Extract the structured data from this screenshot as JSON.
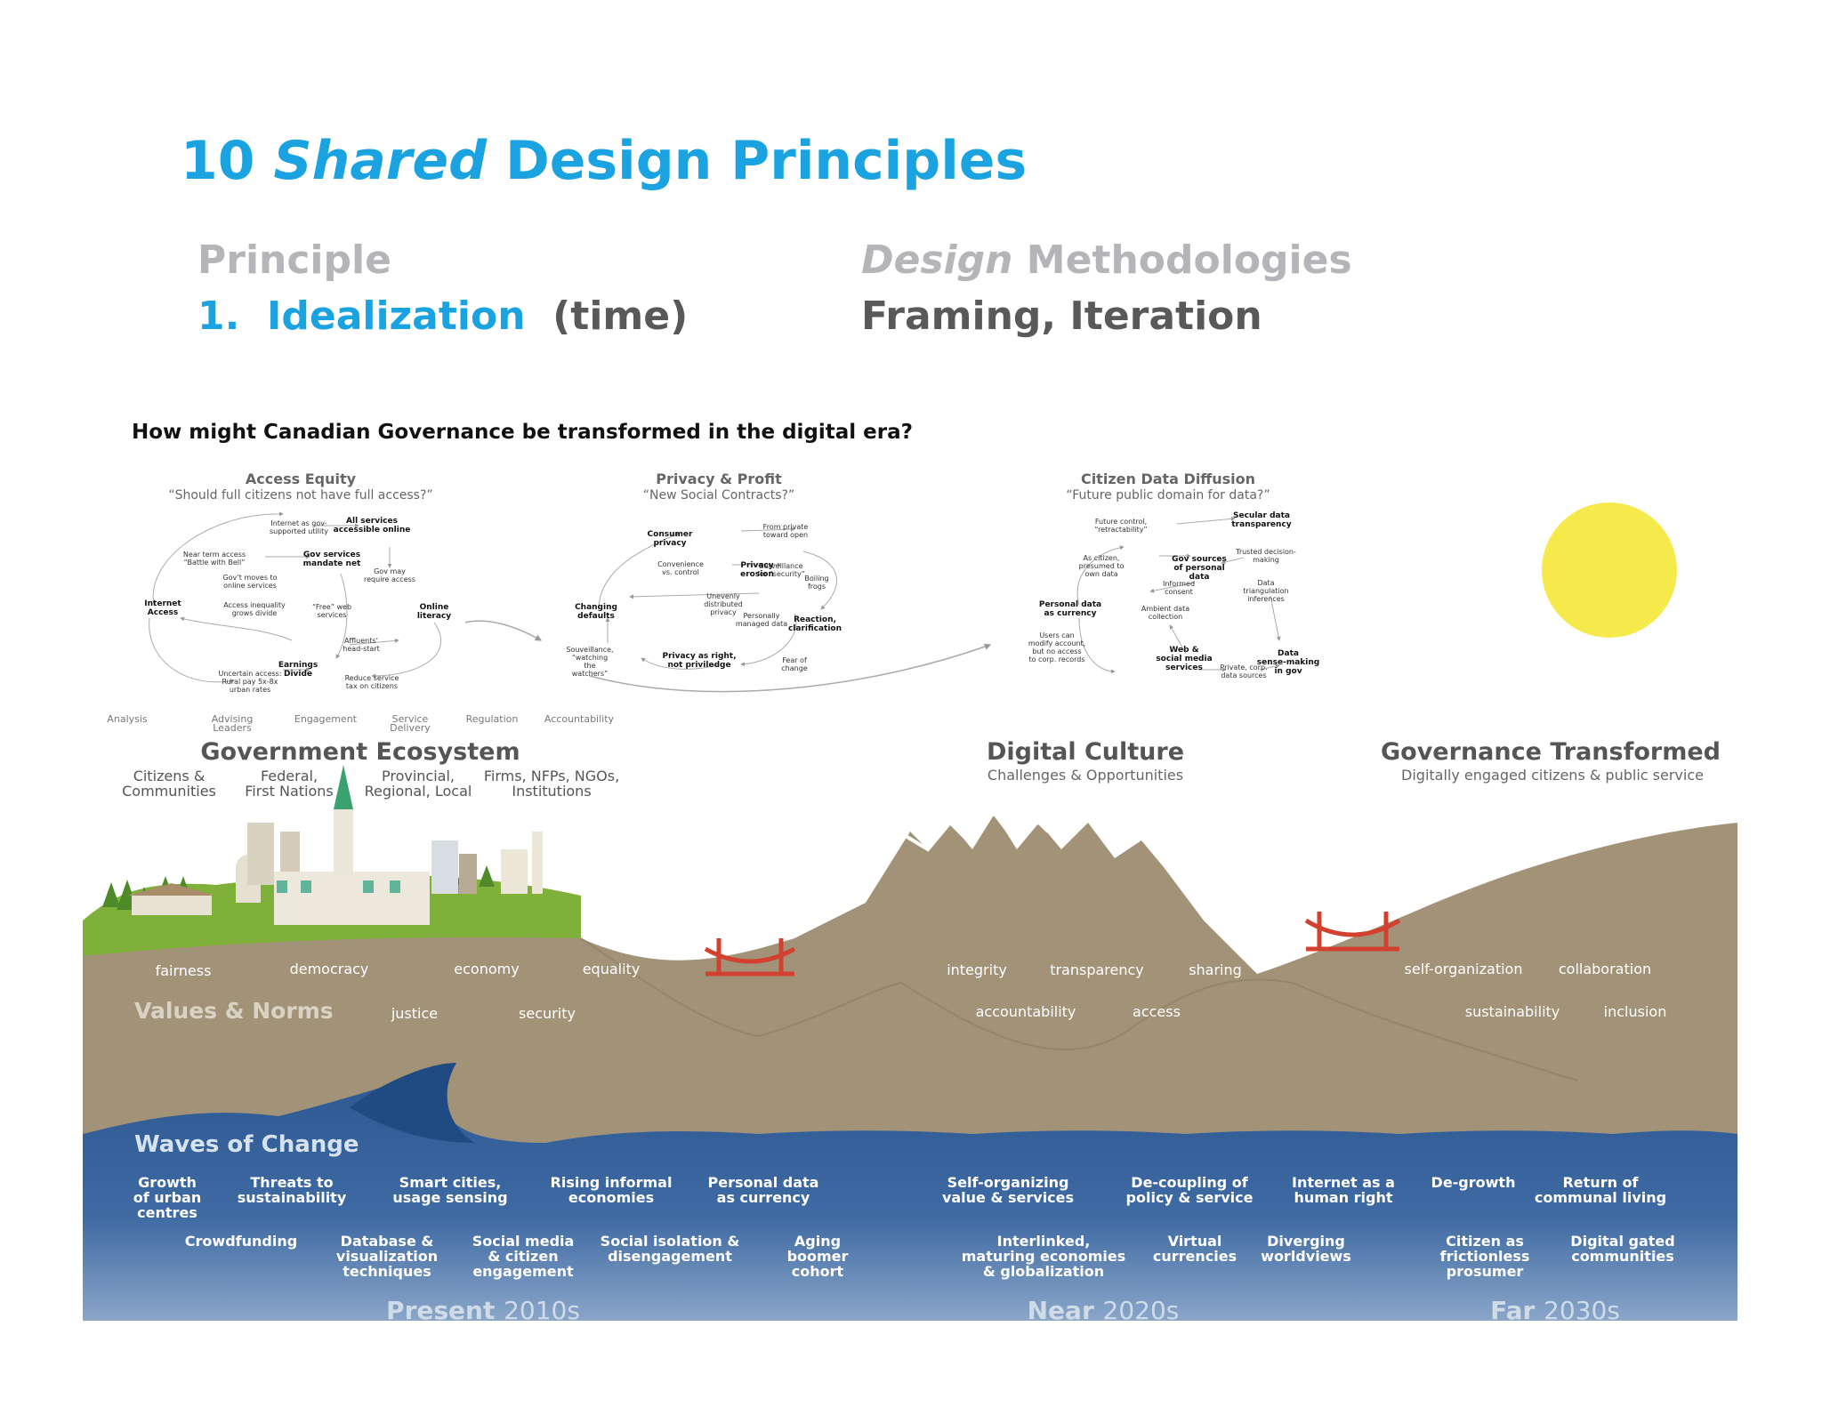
{
  "title": {
    "number": "10",
    "emphasis": "Shared",
    "rest": "Design Principles"
  },
  "columns": {
    "principle": "Principle",
    "methods_em": "Design",
    "methods_rest": "Methodologies"
  },
  "row": {
    "num": "1.",
    "principle": "Idealization",
    "paren": "(time)",
    "methods": "Framing, Iteration"
  },
  "diagram": {
    "question": "How might Canadian Governance be transformed in the digital era?",
    "clusters": [
      {
        "title": "Access Equity",
        "subtitle": "“Should full citizens not have full access?”",
        "nodes": [
          {
            "id": "a1",
            "lines": [
              "Internet as gov-",
              "supported utility"
            ],
            "b": false
          },
          {
            "id": "a2",
            "lines": [
              "All services",
              "accessible online"
            ],
            "b": true
          },
          {
            "id": "a3",
            "lines": [
              "Near term access",
              "“Battle with Bell”"
            ],
            "b": false
          },
          {
            "id": "a4",
            "lines": [
              "Gov services",
              "mandate net"
            ],
            "b": true
          },
          {
            "id": "a5",
            "lines": [
              "Gov’t moves to",
              "online services"
            ],
            "b": false
          },
          {
            "id": "a6",
            "lines": [
              "Gov may",
              "require access"
            ],
            "b": false
          },
          {
            "id": "a7",
            "lines": [
              "Internet",
              "Access"
            ],
            "b": true
          },
          {
            "id": "a8",
            "lines": [
              "Access inequality",
              "grows divide"
            ],
            "b": false
          },
          {
            "id": "a9",
            "lines": [
              "“Free” web",
              "services"
            ],
            "b": false
          },
          {
            "id": "a10",
            "lines": [
              "Online",
              "literacy"
            ],
            "b": true
          },
          {
            "id": "a11",
            "lines": [
              "Affluents’",
              "head-start"
            ],
            "b": false
          },
          {
            "id": "a12",
            "lines": [
              "Earnings",
              "Divide"
            ],
            "b": true
          },
          {
            "id": "a13",
            "lines": [
              "Uncertain access:",
              "Rural pay 5x-8x",
              "urban rates"
            ],
            "b": false
          },
          {
            "id": "a14",
            "lines": [
              "Reduce service",
              "tax on citizens"
            ],
            "b": false
          }
        ]
      },
      {
        "title": "Privacy & Profit",
        "subtitle": "“New Social Contracts?”",
        "nodes": [
          {
            "id": "p1",
            "lines": [
              "Consumer",
              "privacy"
            ],
            "b": true
          },
          {
            "id": "p2",
            "lines": [
              "From private",
              "toward open"
            ],
            "b": false
          },
          {
            "id": "p3",
            "lines": [
              "Convenience",
              "vs. control"
            ],
            "b": false
          },
          {
            "id": "p4",
            "lines": [
              "Surveillance",
              "for “security”"
            ],
            "b": false
          },
          {
            "id": "p5",
            "lines": [
              "Privacy",
              "erosion"
            ],
            "b": true
          },
          {
            "id": "p6",
            "lines": [
              "Boiling",
              "frogs"
            ],
            "b": false
          },
          {
            "id": "p7",
            "lines": [
              "Changing",
              "defaults"
            ],
            "b": true
          },
          {
            "id": "p8",
            "lines": [
              "Unevenly",
              "distributed",
              "privacy"
            ],
            "b": false
          },
          {
            "id": "p9",
            "lines": [
              "Personally",
              "managed data"
            ],
            "b": false
          },
          {
            "id": "p10",
            "lines": [
              "Reaction,",
              "clarification"
            ],
            "b": true
          },
          {
            "id": "p11",
            "lines": [
              "Souveillance,",
              "“watching",
              "the",
              "watchers”"
            ],
            "b": false
          },
          {
            "id": "p12",
            "lines": [
              "Privacy as right,",
              "not priviledge"
            ],
            "b": true
          },
          {
            "id": "p13",
            "lines": [
              "Fear of",
              "change"
            ],
            "b": false
          }
        ]
      },
      {
        "title": "Citizen Data Diffusion",
        "subtitle": "“Future public domain for data?”",
        "nodes": [
          {
            "id": "c1",
            "lines": [
              "Future control,",
              "“retractability”"
            ],
            "b": false
          },
          {
            "id": "c2",
            "lines": [
              "Secular data",
              "transparency"
            ],
            "b": true
          },
          {
            "id": "c3",
            "lines": [
              "Trusted decision-",
              "making"
            ],
            "b": false
          },
          {
            "id": "c4",
            "lines": [
              "As citizen,",
              "presumed to",
              "own data"
            ],
            "b": false
          },
          {
            "id": "c5",
            "lines": [
              "Gov sources",
              "of personal",
              "data"
            ],
            "b": true
          },
          {
            "id": "c6",
            "lines": [
              "Informed",
              "consent"
            ],
            "b": false
          },
          {
            "id": "c7",
            "lines": [
              "Data",
              "triangulation",
              "inferences"
            ],
            "b": false
          },
          {
            "id": "c8",
            "lines": [
              "Personal data",
              "as currency"
            ],
            "b": true
          },
          {
            "id": "c9",
            "lines": [
              "Ambient data",
              "collection"
            ],
            "b": false
          },
          {
            "id": "c10",
            "lines": [
              "Users can",
              "modify account,",
              "but no access",
              "to corp. records"
            ],
            "b": false
          },
          {
            "id": "c11",
            "lines": [
              "Web &",
              "social media",
              "services"
            ],
            "b": true
          },
          {
            "id": "c12",
            "lines": [
              "Private, corp.",
              "data sources"
            ],
            "b": false
          },
          {
            "id": "c13",
            "lines": [
              "Data",
              "sense-making",
              "in gov"
            ],
            "b": true
          }
        ]
      }
    ],
    "lenses": [
      "Analysis",
      "Advising Leaders",
      "Engagement",
      "Service Delivery",
      "Regulation",
      "Accountability"
    ],
    "stages": [
      {
        "title": "Government Ecosystem",
        "subtitle": ""
      },
      {
        "title": "Digital Culture",
        "subtitle": "Challenges & Opportunities"
      },
      {
        "title": "Governance Transformed",
        "subtitle": "Digitally engaged citizens & public service"
      }
    ],
    "stakeholders": [
      "Citizens & Communities",
      "Federal, First Nations",
      "Provincial, Regional, Local",
      "Firms, NFPs, NGOs, Institutions"
    ],
    "values_title": "Values & Norms",
    "values": [
      "fairness",
      "democracy",
      "economy",
      "equality",
      "justice",
      "security",
      "integrity",
      "transparency",
      "sharing",
      "accountability",
      "access",
      "self-organization",
      "collaboration",
      "sustainability",
      "inclusion"
    ],
    "waves_title": "Waves of Change",
    "waves": [
      "Growth of urban centres",
      "Threats to sustainability",
      "Smart cities, usage sensing",
      "Rising informal economies",
      "Personal data as currency",
      "Crowdfunding",
      "Database & visualization techniques",
      "Social media & citizen engagement",
      "Social isolation & disengagement",
      "Aging boomer cohort",
      "Self-organizing value & services",
      "De-coupling of policy & service",
      "Internet as a human right",
      "Interlinked, maturing economies & globalization",
      "Virtual currencies",
      "Diverging worldviews",
      "De-growth",
      "Return of communal living",
      "Citizen as frictionless prosumer",
      "Digital gated communities"
    ],
    "eras": [
      {
        "label": "Present",
        "years": "2010s"
      },
      {
        "label": "Near",
        "years": "2020s"
      },
      {
        "label": "Far",
        "years": "2030s"
      }
    ]
  },
  "colors": {
    "title_blue": "#1aa3e0",
    "header_gray": "#b5b5b9",
    "value_dark": "#595959",
    "sun": "#f5e94b",
    "grass": "#7fb03a",
    "earth": "#a29378",
    "water": "#2f5a92"
  }
}
